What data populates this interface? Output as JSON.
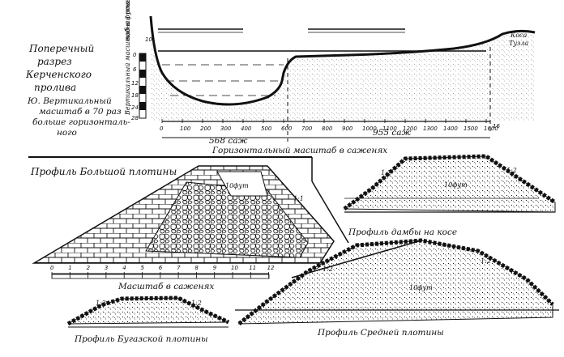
{
  "cross_section": {
    "title_lines": [
      "Поперечный",
      "разрез",
      "Керченского",
      "пролива"
    ],
    "water_label": "водная поверхность",
    "cape_label_lines": [
      "Коса",
      "Тузла"
    ],
    "vertical_axis_label": "Вертикальный масштаб в футах",
    "vertical_ticks": [
      "10",
      "0",
      "6",
      "12",
      "18",
      "24",
      "28"
    ],
    "exaggeration_note_lines": [
      "Ю. Вертикальный",
      "масштаб в 70 раз",
      "больше горизонталь-",
      "ного"
    ],
    "horizontal_ticks": [
      "0",
      "100",
      "200",
      "300",
      "400",
      "500",
      "600",
      "700",
      "800",
      "900",
      "1000",
      "1100",
      "1200",
      "1300",
      "1400",
      "1500",
      "1600"
    ],
    "tick_end": "16",
    "span_1": "568 саж",
    "span_2": "955 саж",
    "horizontal_axis_label": "Горизонтальный масштаб в саженях"
  },
  "large_dam": {
    "title": "Профиль Большой плотины",
    "height_label": "10фут",
    "slope_label": "1:1",
    "scale_ticks": [
      "0",
      "1",
      "2",
      "3",
      "4",
      "5",
      "6",
      "7",
      "8",
      "9",
      "10",
      "11",
      "12"
    ],
    "scale_label": "Масштаб в саженях"
  },
  "spit_dam": {
    "title": "Профиль дамбы на косе",
    "slope_left": "1:2",
    "slope_right": "1:2",
    "height_label": "10фут"
  },
  "bugaz_dam": {
    "title": "Профиль Бугазской плотины",
    "slope_left": "1:2",
    "slope_right": "1:2"
  },
  "middle_dam": {
    "title": "Профиль Средней плотины",
    "slope_left": "1:2",
    "slope_right": "1:2",
    "height_label": "10фут"
  }
}
